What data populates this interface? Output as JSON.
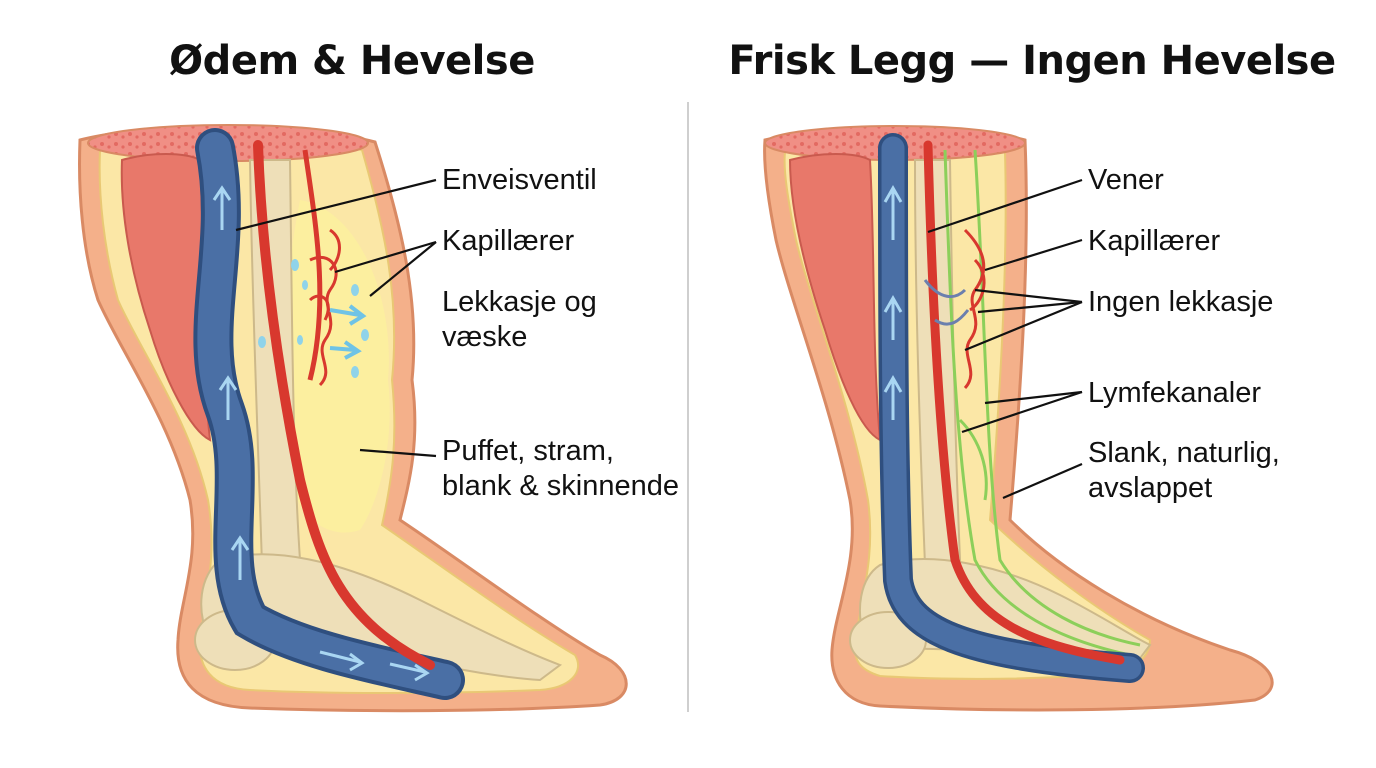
{
  "left_panel": {
    "title": "Ødem & Hevelse",
    "labels": {
      "valve": "Enveisventil",
      "capillaries": "Kapillærer",
      "leakage_line1": "Lekkasje og",
      "leakage_line2": "væske",
      "puffy_line1": "Puffet, stram,",
      "puffy_line2": "blank & skinnende"
    }
  },
  "right_panel": {
    "title": "Frisk Legg — Ingen Hevelse",
    "labels": {
      "veins": "Vener",
      "capillaries": "Kapillærer",
      "no_leakage": "Ingen lekkasje",
      "lymph": "Lymfekanaler",
      "slim_line1": "Slank, naturlig,",
      "slim_line2": "avslappet"
    }
  },
  "colors": {
    "skin": "#f4b08a",
    "skin_outline": "#d98a64",
    "fat": "#fbe7a6",
    "swelling_fluid": "#fcef9f",
    "muscle": "#e8786a",
    "vein": "#4a6fa5",
    "artery": "#d8382e",
    "bone": "#eedfb8",
    "lymph": "#8ccf5a",
    "fluid_drop": "#8fd3ea"
  }
}
